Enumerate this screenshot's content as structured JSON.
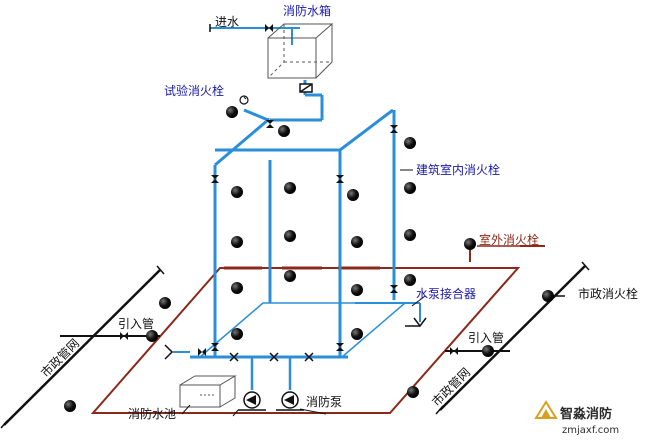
{
  "labels": {
    "water_inlet": "进水",
    "fire_water_tank": "消防水箱",
    "test_hydrant": "试验消火栓",
    "indoor_hydrant": "建筑室内消火栓",
    "outdoor_hydrant": "室外消火栓",
    "pump_adapter": "水泵接合器",
    "municipal_hydrant": "市政消火栓",
    "inlet_pipe_left": "引入管",
    "inlet_pipe_right": "引入管",
    "municipal_network_left": "市政管网",
    "municipal_network_right": "市政管网",
    "fire_pool": "消防水池",
    "fire_pump": "消防泵"
  },
  "watermark": {
    "title": "智淼消防",
    "url": "zmjaxf.com"
  },
  "colors": {
    "pipe_blue": "#2a8fd8",
    "label_blue": "#1a1aa8",
    "outdoor_brown": "#8b2a1a",
    "hydrant_black": "#111111",
    "outline_gray": "#555555"
  }
}
